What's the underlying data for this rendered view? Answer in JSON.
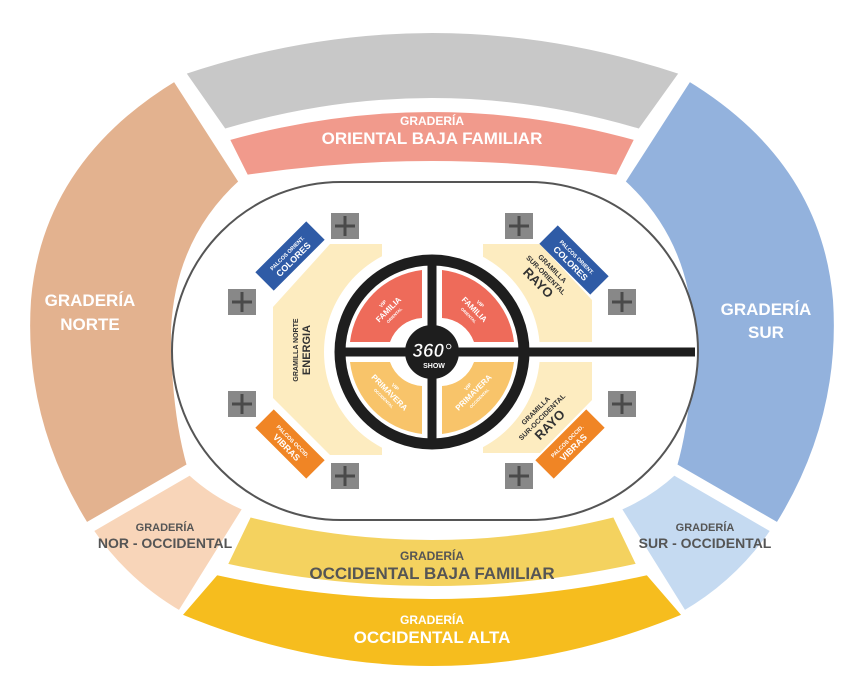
{
  "colors": {
    "gray_top": "#c8c8c8",
    "oriental_baja": "#f19a8c",
    "norte": "#e3b28f",
    "sur": "#93b2dd",
    "nor_occidental": "#f8d5b9",
    "sur_occidental": "#c5daf1",
    "occidental_baja": "#f4d25f",
    "occidental_alta": "#f6bd1e",
    "gramilla": "#fdecc0",
    "vip_familia": "#ee6b5a",
    "vip_primavera": "#f8c46a",
    "palco_colores": "#2f5ba6",
    "palco_vibras": "#f08525",
    "plus": "#888888"
  },
  "sections": {
    "oriental_baja": {
      "line1": "GRADERÍA",
      "line2": "ORIENTAL BAJA FAMILIAR"
    },
    "norte": {
      "line1": "GRADERÍA",
      "line2": "NORTE"
    },
    "sur": {
      "line1": "GRADERÍA",
      "line2": "SUR"
    },
    "nor_occidental": {
      "line1": "GRADERÍA",
      "line2": "NOR - OCCIDENTAL"
    },
    "sur_occidental": {
      "line1": "GRADERÍA",
      "line2": "SUR - OCCIDENTAL"
    },
    "occidental_baja": {
      "line1": "GRADERÍA",
      "line2": "OCCIDENTAL BAJA FAMILIAR"
    },
    "occidental_alta": {
      "line1": "GRADERÍA",
      "line2": "OCCIDENTAL ALTA"
    }
  },
  "field": {
    "gramilla_norte": {
      "line1": "GRAMILLA NORTE",
      "line2": "ENERGIA"
    },
    "gramilla_sur_oriental": {
      "line1": "GRAMILLA",
      "line2": "SUR-ORIENTAL",
      "line3": "RAYO"
    },
    "gramilla_sur_occidental": {
      "line1": "GRAMILLA",
      "line2": "SUR-OCCIDENTAL",
      "line3": "RAYO"
    },
    "palco_orient_left": {
      "line1": "PALCOS ORIENT.",
      "line2": "COLORES"
    },
    "palco_orient_right": {
      "line1": "PALCOS ORIENT.",
      "line2": "COLORES"
    },
    "palco_occid_left": {
      "line1": "PALCOS OCCID.",
      "line2": "VIBRAS"
    },
    "palco_occid_right": {
      "line1": "PALCOS OCCID.",
      "line2": "VIBRAS"
    },
    "vip_familia": {
      "line1": "VIP",
      "line2": "FAMILIA",
      "line3": "ORIENTAL"
    },
    "vip_primavera": {
      "line1": "VIP",
      "line2": "PRIMAVERA",
      "line3": "OCCIDENTAL"
    },
    "logo": {
      "line1": "360°",
      "line2": "SHOW"
    }
  }
}
